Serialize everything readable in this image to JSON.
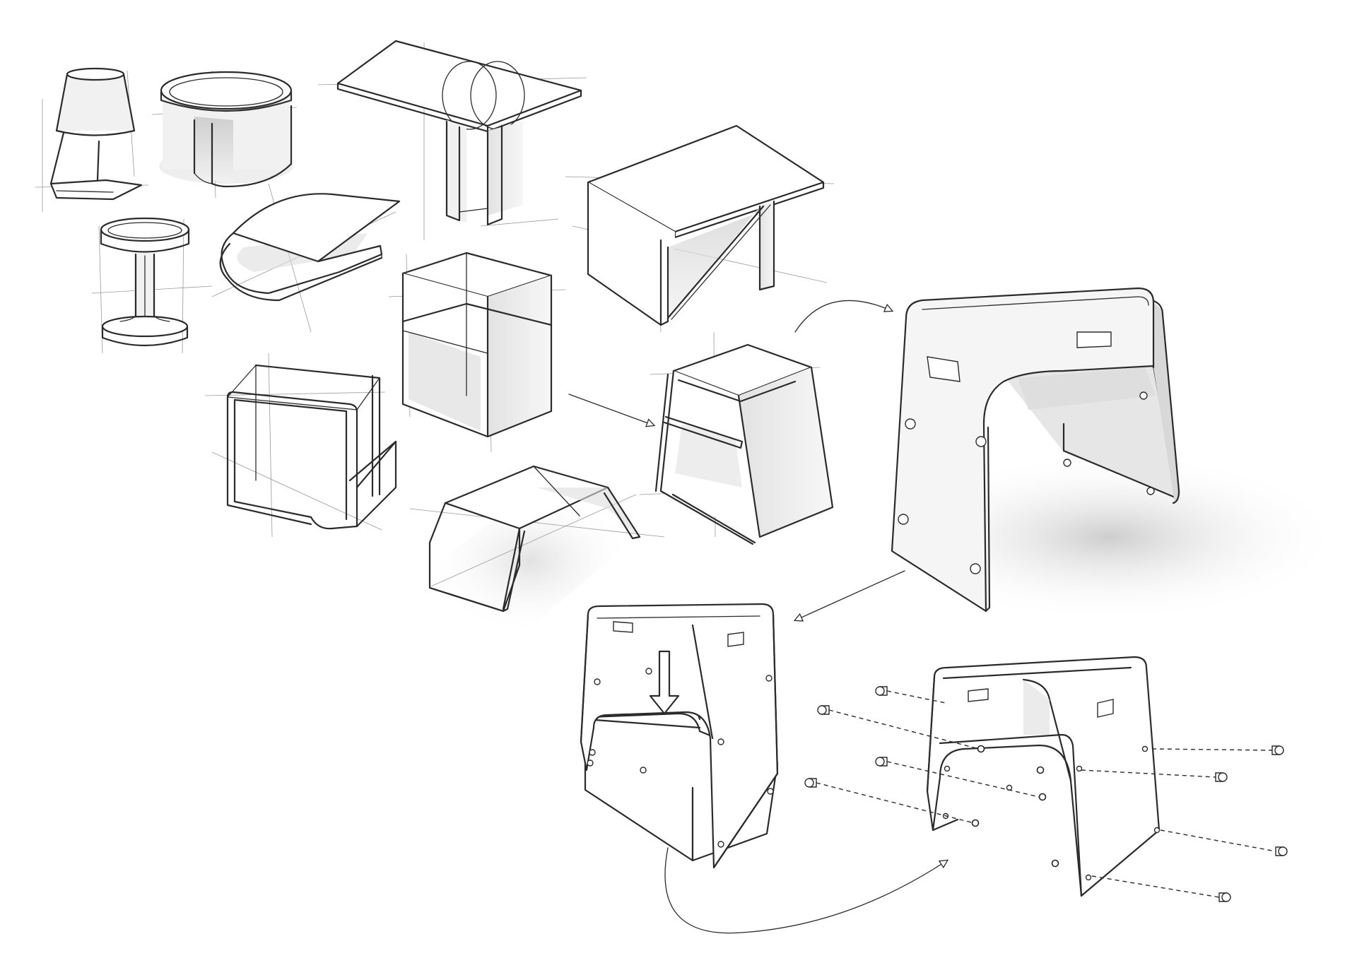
{
  "diagram": {
    "kind": "furniture concept sketch sheet",
    "colors": {
      "ink": "#2b2b2b",
      "construction": "#9a9a9a",
      "paper": "#ffffff",
      "shade": "#dcdcdc"
    },
    "concepts": [
      {
        "id": "lamp-table"
      },
      {
        "id": "round-table"
      },
      {
        "id": "pedestal-table"
      },
      {
        "id": "rolled-table"
      },
      {
        "id": "ring-leg-table"
      },
      {
        "id": "shelf-cube"
      },
      {
        "id": "bench-box"
      },
      {
        "id": "u-frame-table"
      },
      {
        "id": "bridge-bench"
      },
      {
        "id": "shelf-stool"
      },
      {
        "id": "final-stool"
      },
      {
        "id": "assembly-step-1"
      },
      {
        "id": "assembly-step-2"
      }
    ]
  }
}
